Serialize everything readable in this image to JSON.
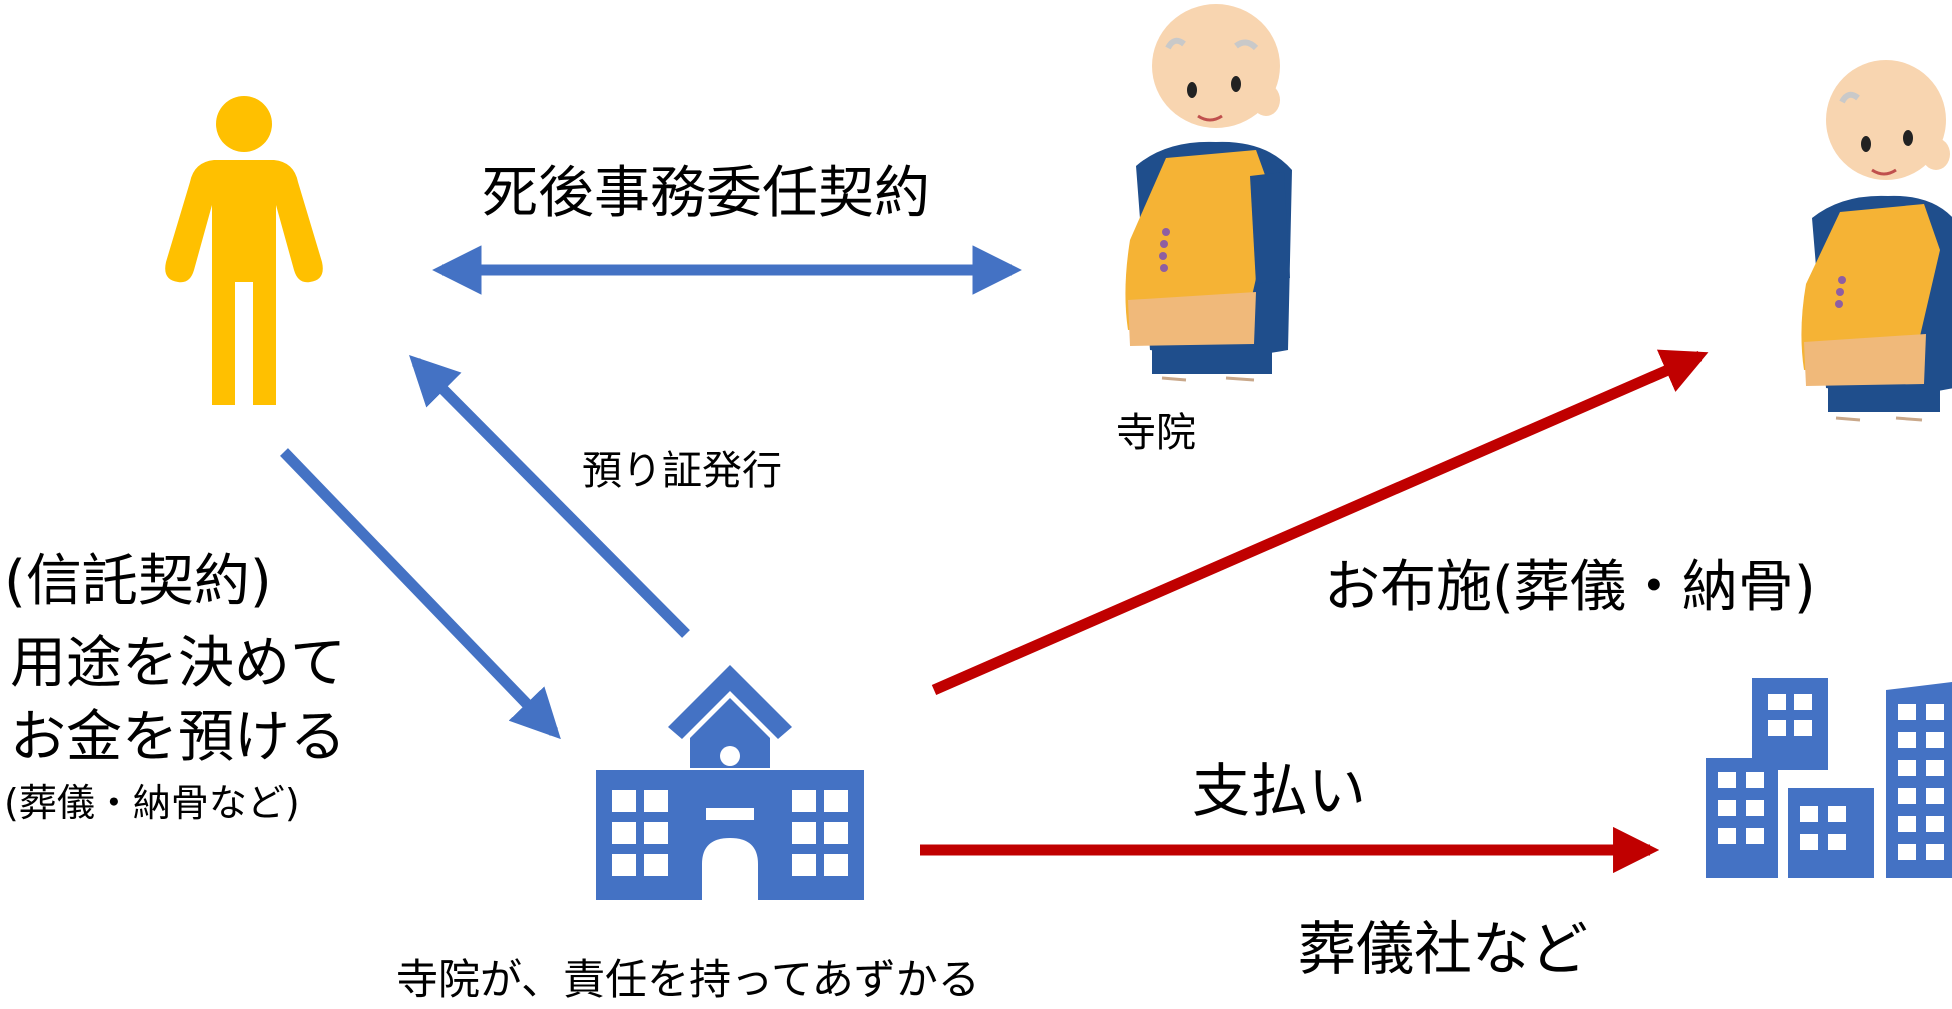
{
  "colors": {
    "person": "#FFC000",
    "blue_arrow": "#4472C4",
    "red_arrow": "#C00000",
    "temple_building": "#4472C4",
    "funeral_building": "#4472C4",
    "monk_robe": "#1F4E8C",
    "monk_kesa": "#F5B335",
    "monk_skin": "#F8D5B0"
  },
  "icons": {
    "person": "person-icon",
    "monk_main": "monk-icon",
    "monk_right": "monk-icon",
    "temple": "temple-building-icon",
    "funeral_home": "office-buildings-icon"
  },
  "labels": {
    "contract_after_death": "死後事務委任契約",
    "temple": "寺院",
    "receipt_issue": "預り証発行",
    "trust_contract": "(信託契約)",
    "deposit_line1": "用途を決めて",
    "deposit_line2": "お金を預ける",
    "deposit_note": "(葬儀・納骨など)",
    "offering": "お布施(葬儀・納骨)",
    "payment": "支払い",
    "funeral_company": "葬儀社など",
    "temple_responsibility": "寺院が、責任を持ってあずかる"
  }
}
